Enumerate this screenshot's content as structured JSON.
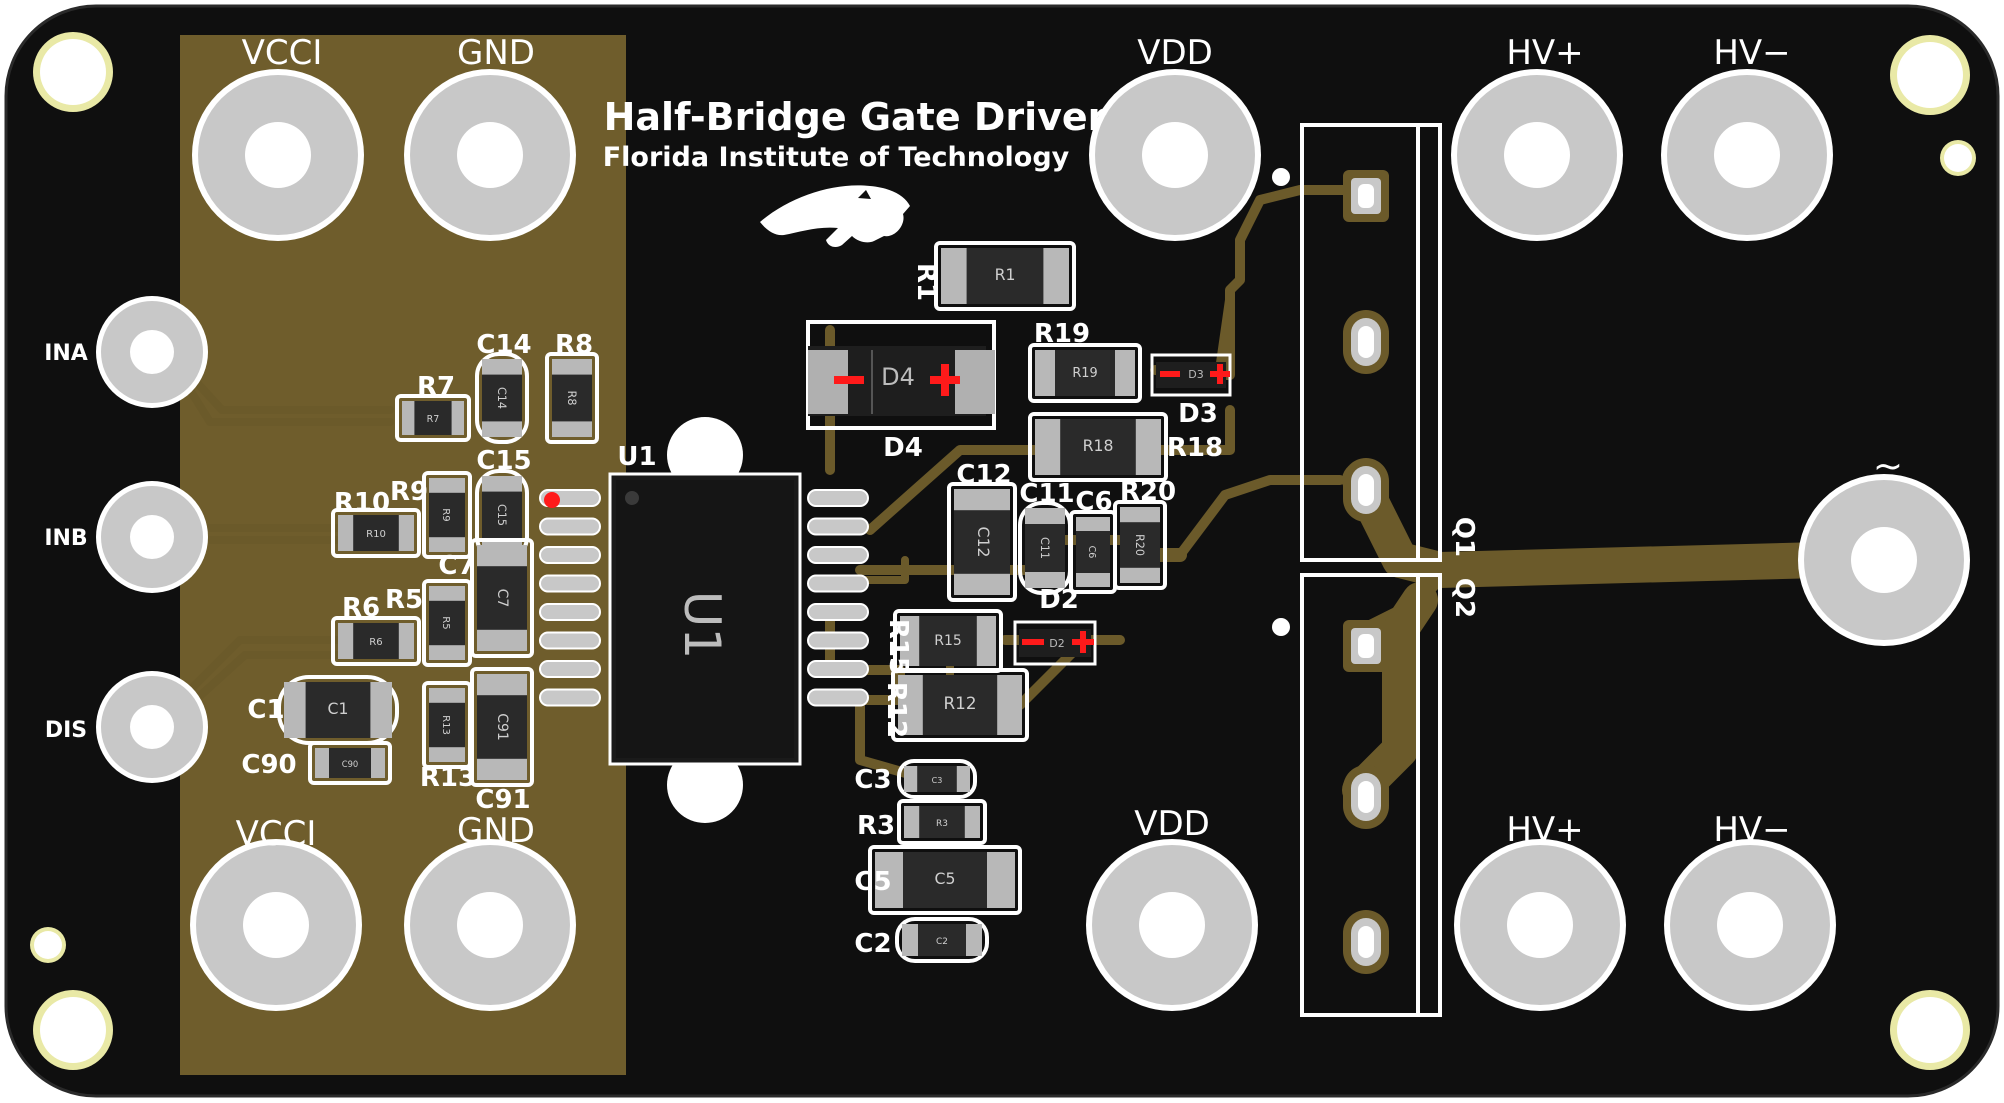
{
  "board": {
    "title": "Half-Bridge Gate Driver",
    "subtitle": "Florida Institute of Technology",
    "colors": {
      "substrate": "#0f0f0f",
      "copper": "#6b5a2a",
      "copper_pour": "#6f5d2c",
      "pad": "#c8c8c8",
      "silkscreen": "#ffffff",
      "polarity_mark": "#ff1a1a"
    }
  },
  "terminals": {
    "vcci_top": "VCCI",
    "gnd_top": "GND",
    "vdd_top": "VDD",
    "hvp_top": "HV+",
    "hvm_top": "HV−",
    "vcci_bottom": "VCCI",
    "gnd_bottom": "GND",
    "vdd_bottom": "VDD",
    "hvp_bottom": "HV+",
    "hvm_bottom": "HV−",
    "ina": "INA",
    "inb": "INB",
    "dis": "DIS",
    "output": "~"
  },
  "refdes": {
    "R1": "R1",
    "R3": "R3",
    "R5": "R5",
    "R6": "R6",
    "R7": "R7",
    "R8": "R8",
    "R9": "R9",
    "R10": "R10",
    "R12": "R12",
    "R13": "R13",
    "R15": "R15",
    "R18": "R18",
    "R19": "R19",
    "R20": "R20",
    "C1": "C1",
    "C2": "C2",
    "C3": "C3",
    "C5": "C5",
    "C6": "C6",
    "C7": "C7",
    "C11": "C11",
    "C12": "C12",
    "C14": "C14",
    "C15": "C15",
    "C90": "C90",
    "C91": "C91",
    "D2": "D2",
    "D3": "D3",
    "D4": "D4",
    "U1": "U1",
    "Q1": "Q1",
    "Q2": "Q2"
  },
  "body_marks": {
    "R1": "R1",
    "R3": "R3",
    "R5": "R5",
    "R6": "R6",
    "R7": "R7",
    "R8": "R8",
    "R9": "R9",
    "R10": "R10",
    "R12": "R12",
    "R13": "R13",
    "R15": "R15",
    "R18": "R18",
    "R19": "R19",
    "R20": "R20",
    "C1": "C1",
    "C2": "C2",
    "C3": "C3",
    "C5": "C5",
    "C6": "C6",
    "C7": "C7",
    "C11": "C11",
    "C12": "C12",
    "C14": "C14",
    "C15": "C15",
    "C90": "C90",
    "C91": "C91",
    "D2": "D2",
    "D3": "D3",
    "D4": "D4",
    "U1": "U1"
  }
}
